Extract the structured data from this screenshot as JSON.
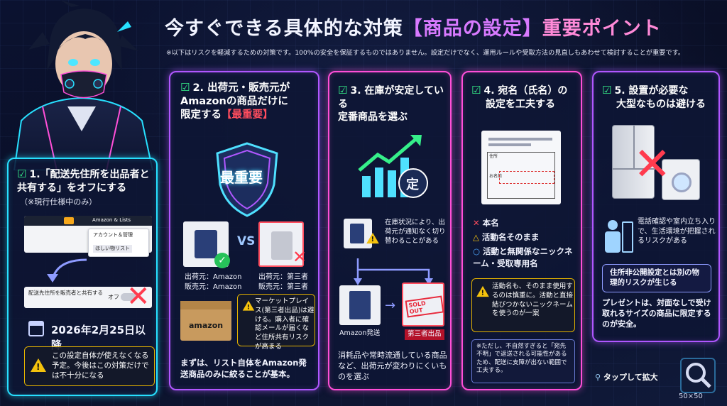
{
  "title": {
    "main": "今すぐできる具体的な対策",
    "bracket": "【商品の設定】",
    "tail": "重要ポイント"
  },
  "subnote": "※以下はリスクを軽減するための対策です。100%の安全を保証するものではありません。設定だけでなく、運用ルールや受取方法の見直しもあわせて検討することが重要です。",
  "panel1": {
    "heading_line1": "1.「配送先住所を出品者と",
    "heading_line2": "共有する」をオフにする",
    "heading_note": "（※現行仕様中のみ）",
    "mock_menu_account": "アカウント＆管理",
    "mock_menu_wishlist": "ほしい物リスト",
    "mock_header": "Amazon & Lists",
    "mock_toggle_label": "配送先住所を販売者と共有する",
    "mock_toggle_state": "オフ",
    "date": "2026年2月25日以降",
    "warning": "この設定自体が使えなくなる予定。今後はこの対策だけでは不十分になる"
  },
  "panel2": {
    "heading_line1": "2. 出荷元・販売元が",
    "heading_line2": "Amazonの商品だけに",
    "heading_line3": "限定する",
    "heading_emph": "【最重要】",
    "shield_text": "最重要",
    "vs": "VS",
    "good_ship": "出荷元：Amazon",
    "good_sell": "販売元：Amazon",
    "bad_ship": "出荷元：第三者",
    "bad_sell": "販売元：第三者",
    "warning": "マーケットプレイス(第三者出品)は避ける。購入者に確認メールが届くなど住所共有リスクが高まる",
    "box_brand": "amazon",
    "footer": "まずは、リスト自体をAmazon発送商品のみに絞ることが基本。"
  },
  "panel3": {
    "heading_line1": "3. 在庫が安定している",
    "heading_line2": "定番商品を選ぶ",
    "chart_badge": "定",
    "note": "在庫状況により、出荷元が通知なく切り替わることがある",
    "label_amazon": "Amazon発送",
    "label_third": "第三者出品",
    "soldout": "SOLD OUT",
    "footer": "消耗品や常時流通している商品など、出荷元が変わりにくいものを選ぶ"
  },
  "panel4": {
    "heading_line1": "4. 宛名（氏名）の",
    "heading_line2": "設定を工夫する",
    "form_label_1": "住所",
    "form_label_2": "お名前",
    "item_ng": "本名",
    "item_caution": "活動名そのまま",
    "item_ok": "活動と無関係なニックネーム・受取専用名",
    "warning": "活動名も、そのまま使用するのは慎重に。活動と直接結びつかないニックネームを使うのが一案",
    "footnote": "※ただし、不自然すぎると「宛先不明」で返送される可能性があるため、配送に支障が出ない範囲で工夫する。"
  },
  "panel5": {
    "heading_line1": "5. 設置が必要な",
    "heading_line2": "大型なものは避ける",
    "note": "電話確認や室内立ち入りで、生活環境が把握されるリスクがある",
    "risk": "住所非公開設定とは別の物理的リスクが生じる",
    "footer": "プレゼントは、対面なしで受け取れるサイズの商品に限定するのが安全。"
  },
  "footer": {
    "tap_label": "タップして拡大",
    "thumb_size": "50×50"
  },
  "colors": {
    "cyan": "#27e0ff",
    "purple": "#b057ff",
    "pink": "#ff4fd8",
    "check": "#36f08a",
    "danger": "#ff3b4e",
    "warning": "#f4c20d"
  }
}
